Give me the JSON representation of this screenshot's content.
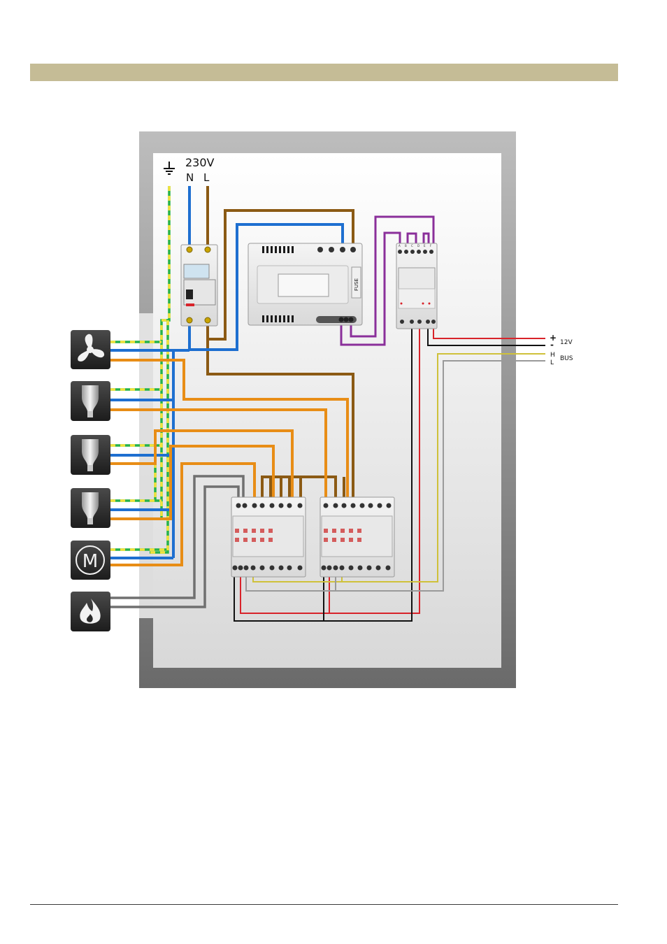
{
  "supply": {
    "voltage": "230V",
    "neutral": "N",
    "live": "L"
  },
  "psu": {
    "fuse_label": "FUSE"
  },
  "supply_terminals": [
    "A",
    "B",
    "C",
    "D",
    "E",
    "F"
  ],
  "outputs": {
    "plus": "+",
    "minus": "-",
    "v12": "12V",
    "h": "H",
    "l": "L",
    "bus": "BUS"
  },
  "colors": {
    "neutral": "#1e6fd0",
    "live": "#8b5a14",
    "switched": "#e88d16",
    "earth_green": "#27b24a",
    "earth_yellow": "#f2e23c",
    "violet": "#8a2f9a",
    "red": "#d8232a",
    "black": "#111111",
    "bus_yellow": "#cfc13a",
    "bus_grey": "#9a9a9a",
    "sensor_grey": "#707070"
  },
  "loads": [
    {
      "icon": "fan-icon"
    },
    {
      "icon": "lamp-icon"
    },
    {
      "icon": "lamp-icon"
    },
    {
      "icon": "lamp-icon"
    },
    {
      "icon": "motor-icon",
      "letter": "M"
    },
    {
      "icon": "flame-icon"
    }
  ]
}
